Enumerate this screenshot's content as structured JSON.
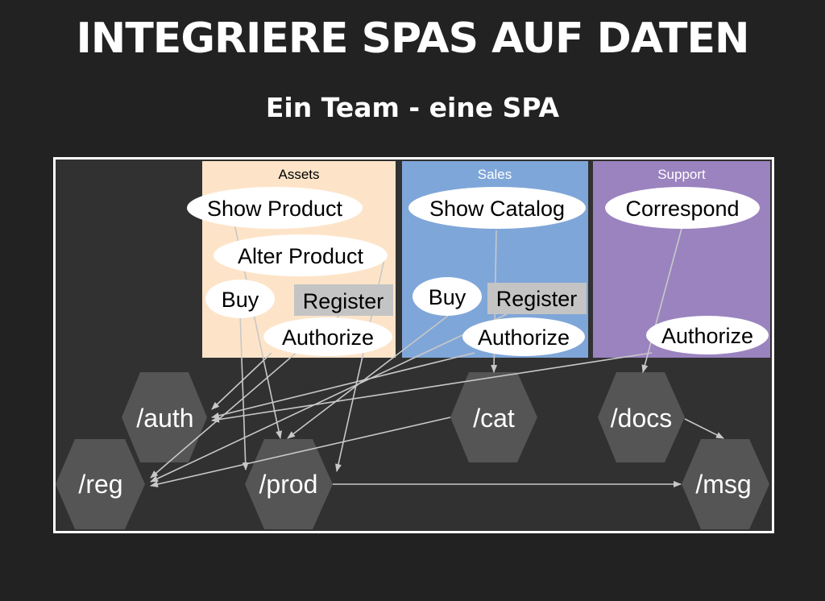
{
  "slide": {
    "title": "INTEGRIERE SPAS AUF DATEN",
    "subtitle": "Ein Team - eine SPA"
  },
  "diagram": {
    "colors": {
      "assets_bg": "#fde4c9",
      "sales_bg": "#7fa6d8",
      "support_bg": "#9b83bf",
      "hex_fill": "#555555",
      "node_fill": "#ffffff",
      "register_fill": "#c4c4c4",
      "edge": "#c8c8c8"
    },
    "groups": {
      "assets": {
        "label": "Assets",
        "nodes": {
          "show_product": "Show Product",
          "alter_product": "Alter Product",
          "buy": "Buy",
          "register": "Register",
          "authorize": "Authorize"
        }
      },
      "sales": {
        "label": "Sales",
        "nodes": {
          "show_catalog": "Show Catalog",
          "buy": "Buy",
          "register": "Register",
          "authorize": "Authorize"
        }
      },
      "support": {
        "label": "Support",
        "nodes": {
          "correspond": "Correspond",
          "authorize": "Authorize"
        }
      }
    },
    "services": {
      "auth": "/auth",
      "cat": "/cat",
      "docs": "/docs",
      "reg": "/reg",
      "prod": "/prod",
      "msg": "/msg"
    }
  }
}
